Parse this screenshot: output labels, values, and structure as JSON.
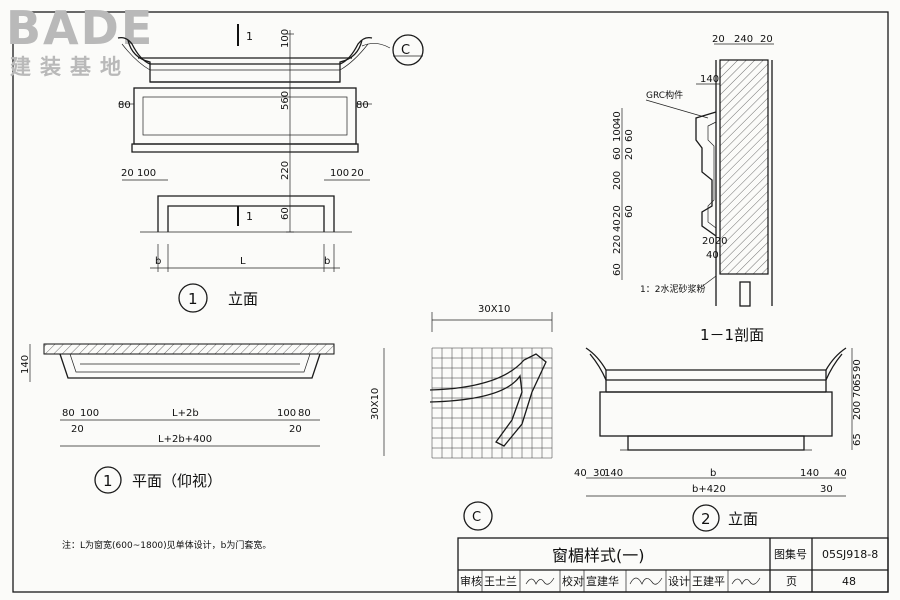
{
  "logo": {
    "brand": "BADE",
    "subtitle": "建装基地"
  },
  "title_block": {
    "title": "窗楣样式(一)",
    "atlas_label": "图集号",
    "atlas_no": "05SJ918-8",
    "review_label": "审核",
    "review_name": "王士兰",
    "check_label": "校对",
    "check_name": "宣建华",
    "design_label": "设计",
    "design_name": "王建平",
    "page_label": "页",
    "page_no": "48"
  },
  "note": "注：L为窗宽(600~1800)见单体设计，b为门套宽。",
  "views": {
    "elev1": {
      "num": "1",
      "title": "立面",
      "section_mark": "1",
      "detail_mark": "C"
    },
    "plan1": {
      "num": "1",
      "title": "平面（仰视）"
    },
    "section": {
      "title": "1－1剖面",
      "grc": "GRC构件",
      "mortar": "1：2水泥砂浆粉"
    },
    "detail_c": {
      "mark": "C",
      "grid_w": "30X10",
      "grid_h": "30X10"
    },
    "elev2": {
      "num": "2",
      "title": "立面"
    }
  },
  "dims": {
    "e1_top": "100",
    "e1_mid": "560",
    "e1_low": "220",
    "e1_base": "60",
    "e1_side_l": "80",
    "e1_side_r": "80",
    "e1_b_l": "b",
    "e1_L": "L",
    "e1_b_r": "b",
    "e1_20_l": "20",
    "e1_100_l": "100",
    "e1_100_r": "100",
    "e1_20_r": "20",
    "p_h": "140",
    "p_80l": "80",
    "p_100l": "100",
    "p_L2b": "L+2b",
    "p_100r": "100",
    "p_80r": "80",
    "p_20l": "20",
    "p_20r": "20",
    "p_total": "L+2b+400",
    "s_20a": "20",
    "s_240": "240",
    "s_20b": "20",
    "s_140": "140",
    "s_40a": "40",
    "s_100a": "100",
    "s_60a": "60",
    "s_20c": "20",
    "s_60b": "60",
    "s_200": "200",
    "s_20d": "20",
    "s_60c": "60",
    "s_40b": "40",
    "s_220": "220",
    "s_60d": "60",
    "s_2020": "2020",
    "s_40c": "40",
    "e2_90": "90",
    "e2_65a": "65",
    "e2_70": "70",
    "e2_200": "200",
    "e2_65b": "65",
    "e2_40l": "40",
    "e2_30": "30",
    "e2_140l": "140",
    "e2_b": "b",
    "e2_140r": "140",
    "e2_40r": "40",
    "e2_b420": "b+420",
    "e2_30r": "30"
  },
  "colors": {
    "ink": "#111111",
    "logo": "#b9b9b9",
    "hatch": "#333333"
  }
}
